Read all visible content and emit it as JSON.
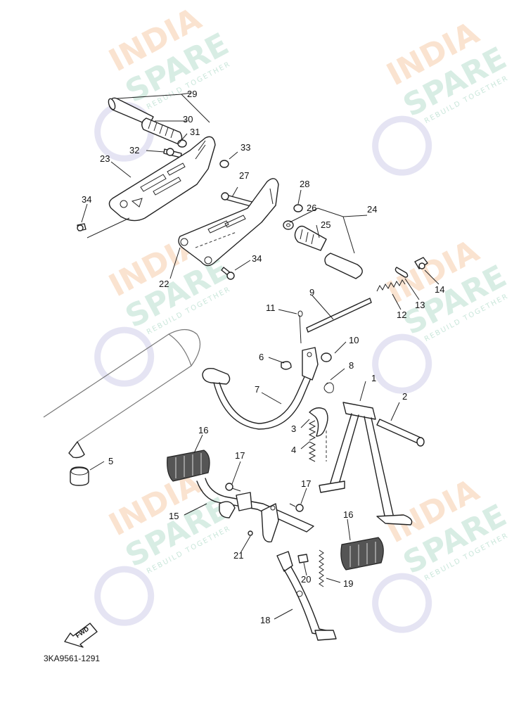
{
  "diagram": {
    "drawing_code": "3KA9561-1291",
    "direction_tag": "FWD",
    "watermark": {
      "line1": "INDIA",
      "line2": "SPARE",
      "tagline": "REBUILD TOGETHER"
    },
    "callouts": [
      "1",
      "2",
      "3",
      "4",
      "5",
      "6",
      "7",
      "8",
      "9",
      "10",
      "11",
      "12",
      "13",
      "14",
      "15",
      "16",
      "17",
      "18",
      "19",
      "20",
      "21",
      "22",
      "23",
      "24",
      "25",
      "26",
      "27",
      "28",
      "29",
      "30",
      "31",
      "32",
      "33",
      "34"
    ],
    "colors": {
      "line": "#222222",
      "watermark_orange": "#f6c8a2",
      "watermark_green": "#b3dccb",
      "watermark_ring": "#cfcdea"
    }
  }
}
